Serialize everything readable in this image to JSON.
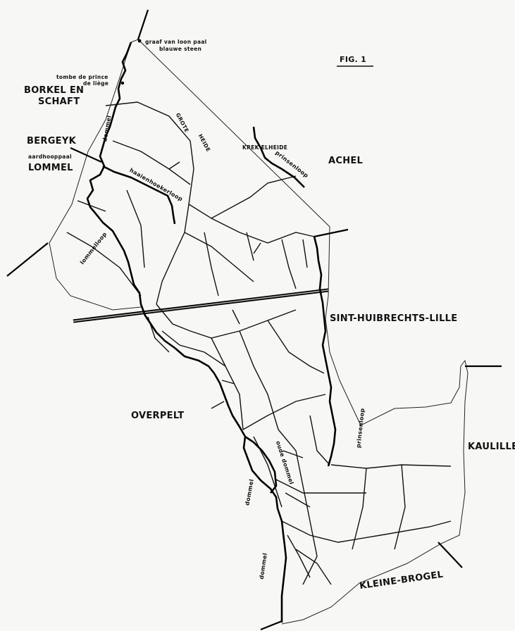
{
  "figure_label": "FIG. 1",
  "municipalities": {
    "borkel_en_schaft": [
      "BORKEL EN",
      "SCHAFT"
    ],
    "bergeyk": "BERGEYK",
    "lommel": "LOMMEL",
    "achel": "ACHEL",
    "sint_huibrechts_lille": "SINT-HUIBRECHTS-LILLE",
    "overpelt": "OVERPELT",
    "kaulille": "KAULILLE",
    "kleine_brogel": "KLEINE-BROGEL"
  },
  "areas": {
    "grote_heide": [
      "GROTE",
      "HEIDE"
    ],
    "krek_elheide": "KREK ELHEIDE"
  },
  "landmarks": {
    "graaf_van_loon_paal": [
      "graaf van loon paal",
      "blauwe steen"
    ],
    "tombe": [
      "tombe de prince",
      "de liège"
    ],
    "aardhooppaal": "aardhooppaal"
  },
  "streams": {
    "dommel": "dommel",
    "haaienhoekerloop": "haaienhoekerloop",
    "lommelloop": "lommelloop",
    "prinsenloop": "prinsenloop",
    "oude_dommel": "oude dommel"
  }
}
